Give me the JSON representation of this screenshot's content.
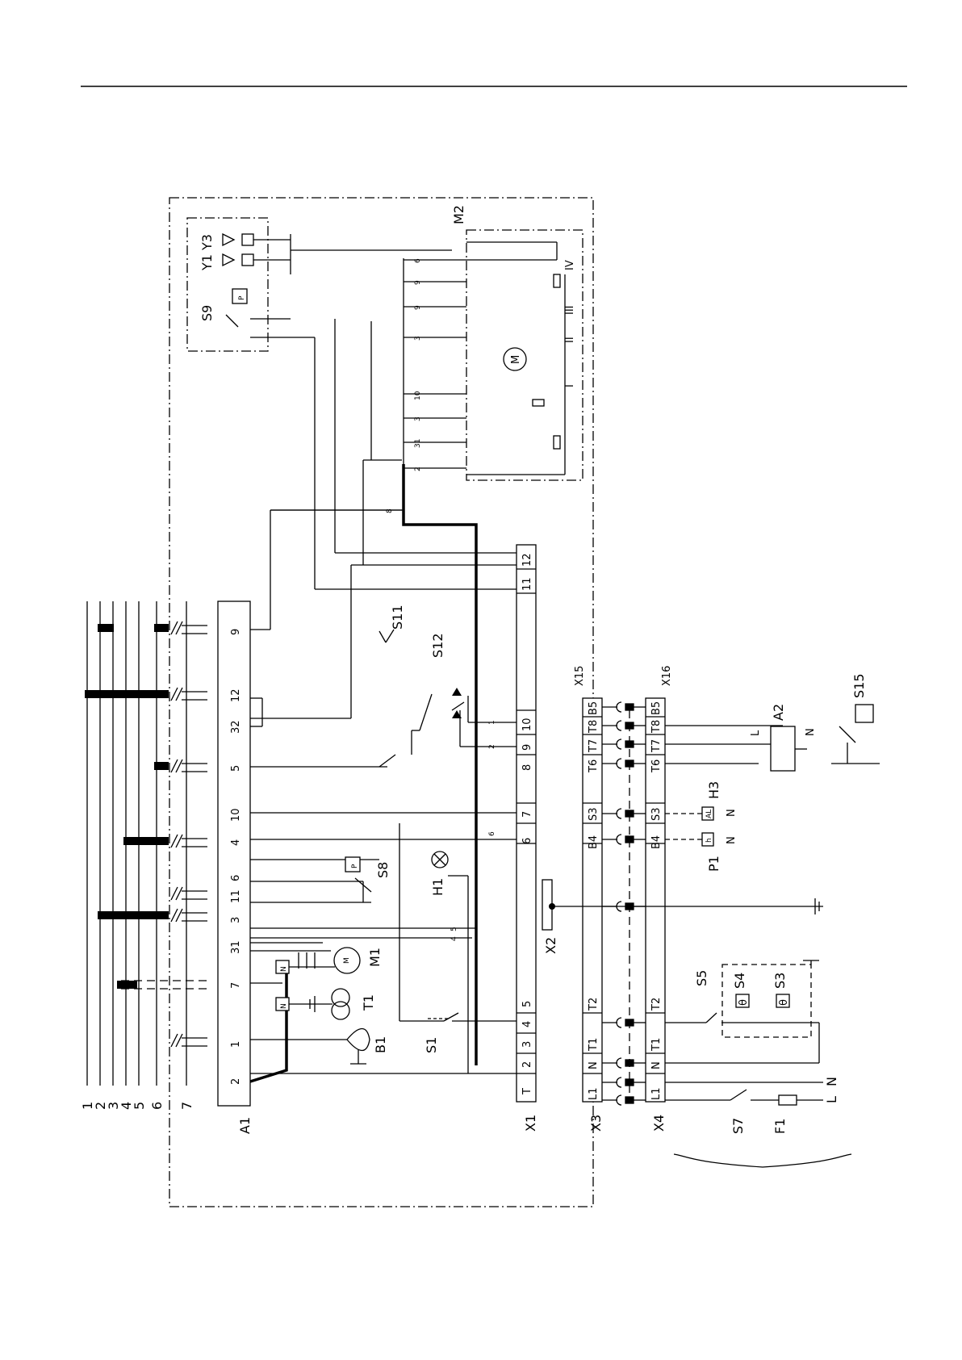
{
  "diagram": {
    "bus_lines": [
      "1",
      "2",
      "3",
      "4",
      "5",
      "6",
      "7"
    ],
    "a1": {
      "label": "A1",
      "terminals": [
        "2",
        "1",
        "7",
        "31",
        "3",
        "11",
        "6",
        "4",
        "10",
        "5",
        "32",
        "12",
        "9"
      ]
    },
    "x1": {
      "label": "X1",
      "terminals": [
        "T",
        "2",
        "3",
        "4",
        "5",
        "6",
        "7",
        "8",
        "9",
        "10",
        "11",
        "12"
      ]
    },
    "x3": {
      "label": "X3",
      "terminals": [
        "L1",
        "N",
        "T1",
        "T2",
        "B4",
        "S3",
        "T6",
        "T7",
        "T8",
        "B5"
      ]
    },
    "x4": {
      "label": "X4",
      "terminals": [
        "L1",
        "N",
        "T1",
        "T2",
        "B4",
        "S3",
        "T6",
        "T7",
        "T8",
        "B5"
      ]
    },
    "labels": {
      "x15": "X15",
      "x16": "X16",
      "x2": "X2",
      "m2": "M2",
      "y1y3": "Y1  Y3",
      "s9": "S9",
      "s8": "S8",
      "s11": "S11",
      "s12": "S12",
      "h1": "H1",
      "m1": "M1",
      "t1": "T1",
      "b1": "B1",
      "s1": "S1",
      "s5": "S5",
      "s4": "S4",
      "s3": "S3",
      "s7": "S7",
      "f1": "F1",
      "a2": "A2",
      "s15": "S15",
      "p1": "P1",
      "h3": "H3",
      "l": "L",
      "n": "N",
      "p": "P",
      "theta": "θ",
      "al": "AL",
      "h": "h",
      "m": "M",
      "a": "A",
      "cam_iv": "IV",
      "cam_iii": "III",
      "cam_ii": "II",
      "cam_i": "I",
      "motor_m": "M"
    },
    "wire_numbers": {
      "w8": "8",
      "w6": "6",
      "w9": "9",
      "w3": "3",
      "w10": "10",
      "w31": "31",
      "w2": "2",
      "w5": "5",
      "w4": "4",
      "w1": "1"
    }
  }
}
